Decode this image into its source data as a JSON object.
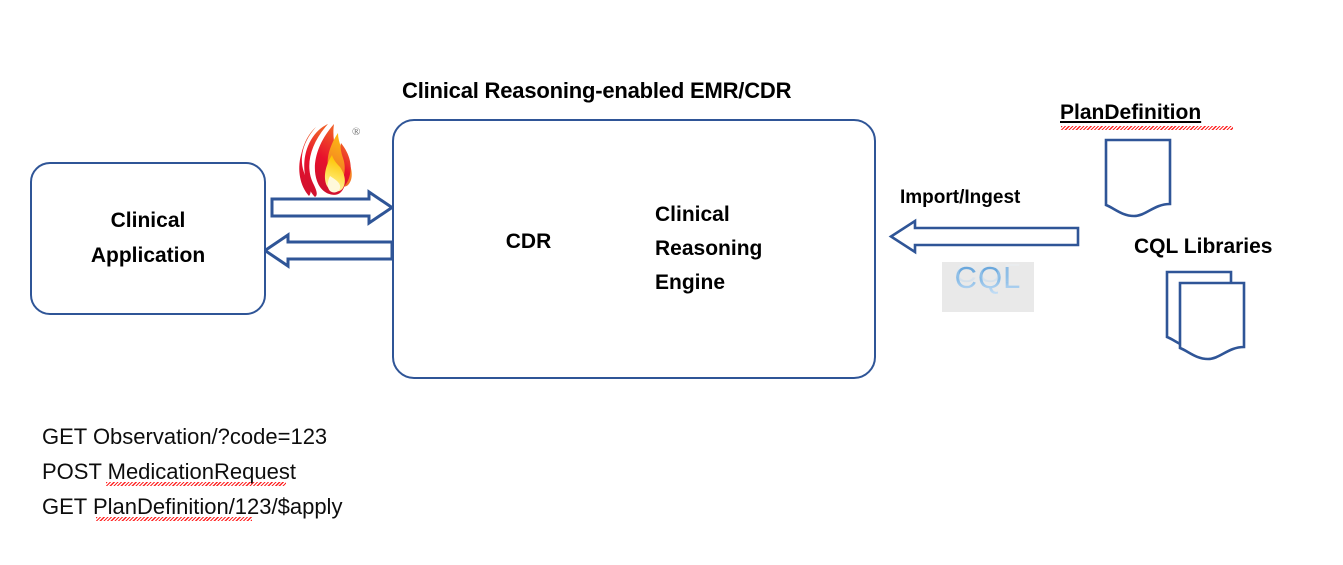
{
  "diagram": {
    "title": "Clinical Reasoning-enabled EMR/CDR",
    "theme": {
      "stroke_blue": "#2F5597",
      "text_black": "#000000",
      "spellcheck_red": "#FF0000",
      "cql_logo_bg": "#E9E9E9",
      "cql_logo_text": "#5B9BD5",
      "flame_red": "#E8112D",
      "flame_orange": "#F58220",
      "flame_yellow": "#FFDD00"
    },
    "client": {
      "box_label_line1": "Clinical",
      "box_label_line2": "Application",
      "protocol_icon": "fhir-flame-icon",
      "trademark": "®"
    },
    "server": {
      "title": "Clinical Reasoning-enabled EMR/CDR",
      "datastore_label": "CDR",
      "engine_label_line1": "Clinical",
      "engine_label_line2": "Reasoning",
      "engine_label_line3": "Engine",
      "engine_icon": "gears-icon"
    },
    "flows": {
      "request_arrow": "request-arrow-right",
      "response_arrow": "response-arrow-left",
      "import_label": "Import/Ingest",
      "import_arrow": "import-arrow-left"
    },
    "artifacts": [
      {
        "label": "PlanDefinition",
        "icon": "document-icon",
        "spellchecked": true,
        "count": 1
      },
      {
        "label": "CQL Libraries",
        "icon": "documents-stack-icon",
        "spellchecked": false,
        "count": 2
      }
    ],
    "cql_logo_text": "CQL",
    "rest_examples": [
      {
        "verb": "GET",
        "path": "Observation/?code=123",
        "underlined": ""
      },
      {
        "verb": "POST",
        "path": "MedicationRequest",
        "underlined": "MedicationRequest"
      },
      {
        "verb": "GET",
        "path": "PlanDefinition/123/$apply",
        "underlined": "PlanDefinition"
      }
    ],
    "rest_lines": [
      "GET Observation/?code=123",
      "POST MedicationRequest",
      "GET PlanDefinition/123/$apply"
    ]
  }
}
